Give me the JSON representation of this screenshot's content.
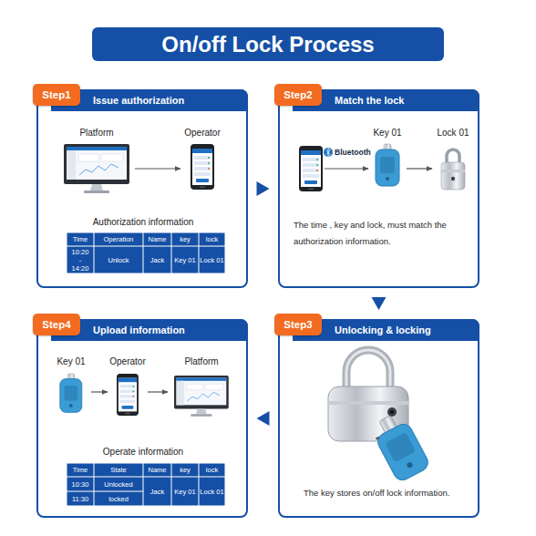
{
  "diagram": {
    "title": "On/off Lock Process",
    "nodes": [
      {
        "text": [
          "Issue authorization"
        ]
      },
      {
        "text": [
          "Step1"
        ],
        "in": 0
      },
      {
        "text": [
          "Platform"
        ],
        "in": 0
      },
      {
        "text": [
          "Operator"
        ],
        "in": 0
      },
      {
        "text": [
          "Match the lock"
        ]
      },
      {
        "text": [
          "Step2"
        ],
        "in": 4
      },
      {
        "text": [
          "Key 01"
        ],
        "in": 4
      },
      {
        "text": [
          "Lock 01"
        ],
        "in": 4
      },
      {
        "text": [
          "Unlocking & locking"
        ]
      },
      {
        "text": [
          "Step3"
        ],
        "in": 8
      },
      {
        "text": [
          "Upload information"
        ]
      },
      {
        "text": [
          "Step4"
        ],
        "in": 10
      },
      {
        "text": [
          "Key 01"
        ],
        "in": 10
      },
      {
        "text": [
          "Operator"
        ],
        "in": 10
      },
      {
        "text": [
          "Platform"
        ],
        "in": 10
      }
    ],
    "edges": [
      {
        "from": 0,
        "to": 4,
        "arrow": "to"
      },
      {
        "from": 4,
        "to": 8,
        "arrow": "to"
      },
      {
        "from": 8,
        "to": 10,
        "arrow": "to"
      },
      {
        "from": 2,
        "to": 3,
        "arrow": "to"
      },
      {
        "from": 6,
        "to": 7,
        "arrow": "to"
      },
      {
        "from": 12,
        "to": 13,
        "arrow": "to"
      },
      {
        "from": 13,
        "to": 14,
        "arrow": "to"
      }
    ],
    "labels": [
      "Authorization information",
      "Time",
      "Operation",
      "Name",
      "key",
      "lock",
      "10:20 - 14:20",
      "Unlock",
      "Jack",
      "Key 01",
      "Lock 01",
      "Bluetooth",
      "The time , key and lock, must match the authorization information.",
      "The key stores on/off lock information.",
      "Operate information",
      "Time",
      "State",
      "Name",
      "key",
      "lock",
      "10:30",
      "Unlocked",
      "Jack",
      "Key 01",
      "Lock 01",
      "11:30",
      "locked"
    ]
  }
}
